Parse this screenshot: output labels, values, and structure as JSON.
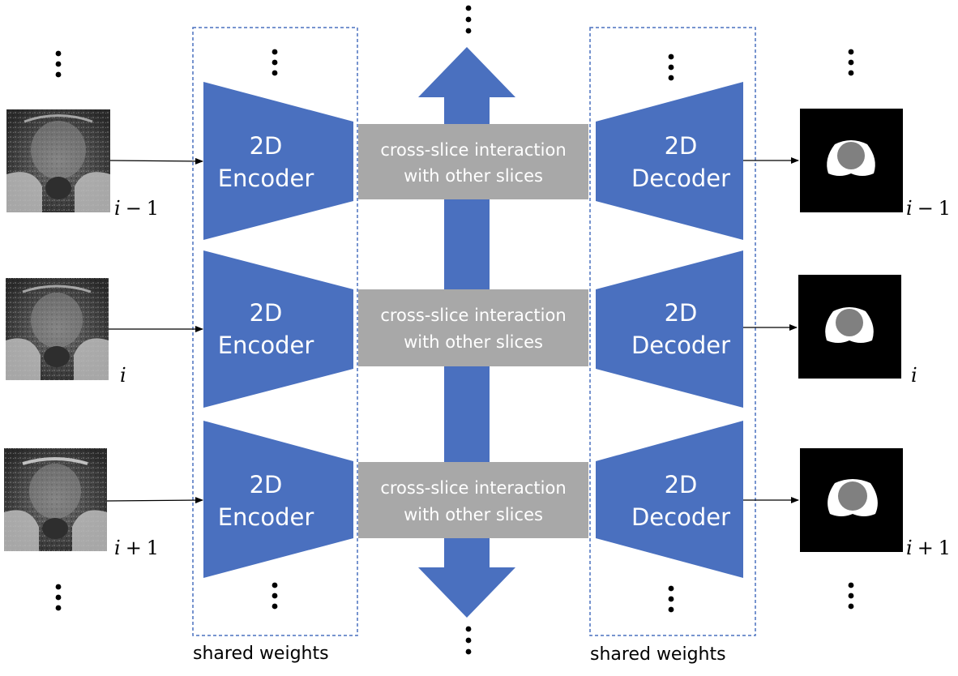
{
  "colors": {
    "block_blue": "#4a70bf",
    "cross_gray": "#a8a8a8",
    "dashed_border": "#4a70bf",
    "mask_background": "#000000",
    "mask_outer": "#ffffff",
    "mask_inner": "#808080"
  },
  "encoder": {
    "line1": "2D",
    "line2": "Encoder"
  },
  "decoder": {
    "line1": "2D",
    "line2": "Decoder"
  },
  "cross_slice": {
    "line1": "cross-slice interaction",
    "line2": "with other slices"
  },
  "shared_weights_label": "shared weights",
  "rows": [
    {
      "input_label_var": "i",
      "input_label_op": "−",
      "input_label_num": "1",
      "output_label_var": "i",
      "output_label_op": "−",
      "output_label_num": "1"
    },
    {
      "input_label_var": "i",
      "input_label_op": "",
      "input_label_num": "",
      "output_label_var": "i",
      "output_label_op": "",
      "output_label_num": ""
    },
    {
      "input_label_var": "i",
      "input_label_op": "+",
      "input_label_num": "1",
      "output_label_var": "i",
      "output_label_op": "+",
      "output_label_num": "1"
    }
  ],
  "icons": {
    "mri_input": "mri-slice-image",
    "seg_output": "segmentation-mask-image",
    "ellipsis": "vertical-ellipsis-icon",
    "arrow": "right-arrow-icon"
  }
}
